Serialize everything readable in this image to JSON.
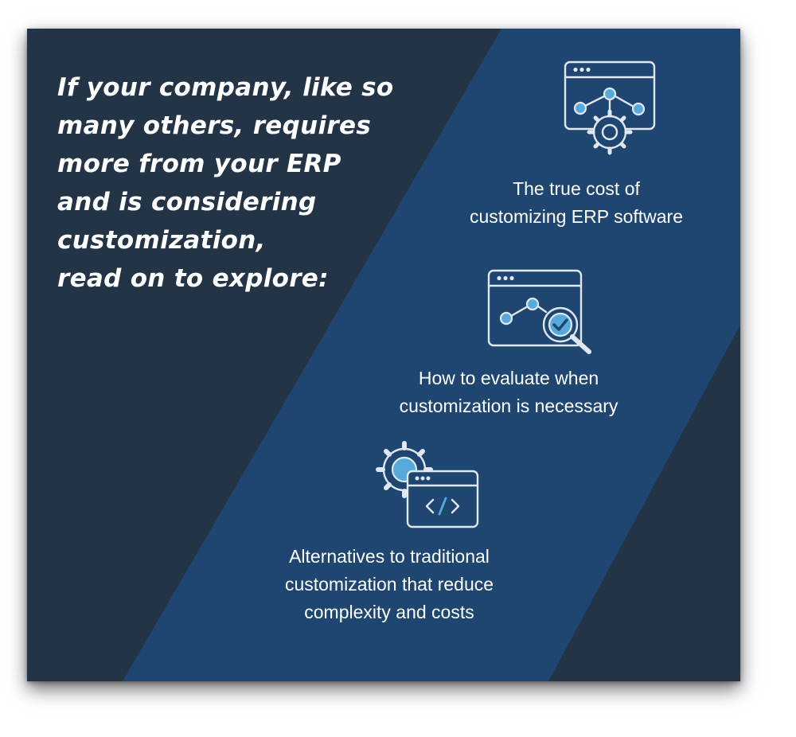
{
  "headline": {
    "lines": [
      "If your company, like so",
      "many others, requires",
      "more from your ERP",
      "and is considering",
      "customization,",
      "read on to explore:"
    ]
  },
  "items": [
    {
      "icon": "workflow-gear-browser-icon",
      "lines": [
        "The true cost of",
        "customizing ERP software"
      ]
    },
    {
      "icon": "magnifier-check-browser-icon",
      "lines": [
        "How to evaluate when",
        "customization is necessary"
      ]
    },
    {
      "icon": "gear-code-browser-icon",
      "lines": [
        "Alternatives to traditional",
        "customization that reduce",
        "complexity and costs"
      ]
    }
  ],
  "colors": {
    "background": "#233447",
    "band": "#1f4670",
    "line": "#dfe7f0",
    "accent": "#57a9dc",
    "text": "#ffffff"
  }
}
